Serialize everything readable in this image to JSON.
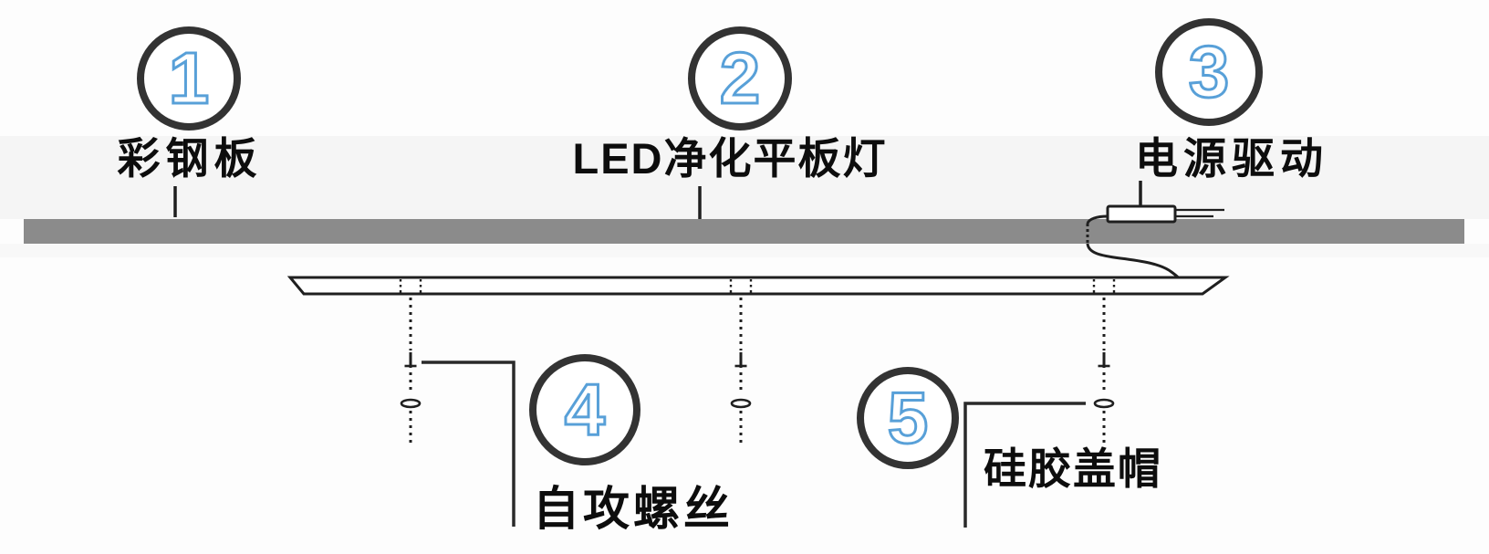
{
  "figure": {
    "type": "installation-diagram",
    "callouts": [
      {
        "number": "1",
        "label": "彩钢板"
      },
      {
        "number": "2",
        "label": "LED净化平板灯"
      },
      {
        "number": "3",
        "label": "电源驱动"
      },
      {
        "number": "4",
        "label": "自攻螺丝"
      },
      {
        "number": "5",
        "label": "硅胶盖帽"
      }
    ],
    "colors": {
      "callout_number_blue": "#58a0d8",
      "callout_circle_border": "#333333",
      "ceiling_bar_gray": "#8b8b8b",
      "diagram_line_black": "#1f1f1f"
    }
  }
}
